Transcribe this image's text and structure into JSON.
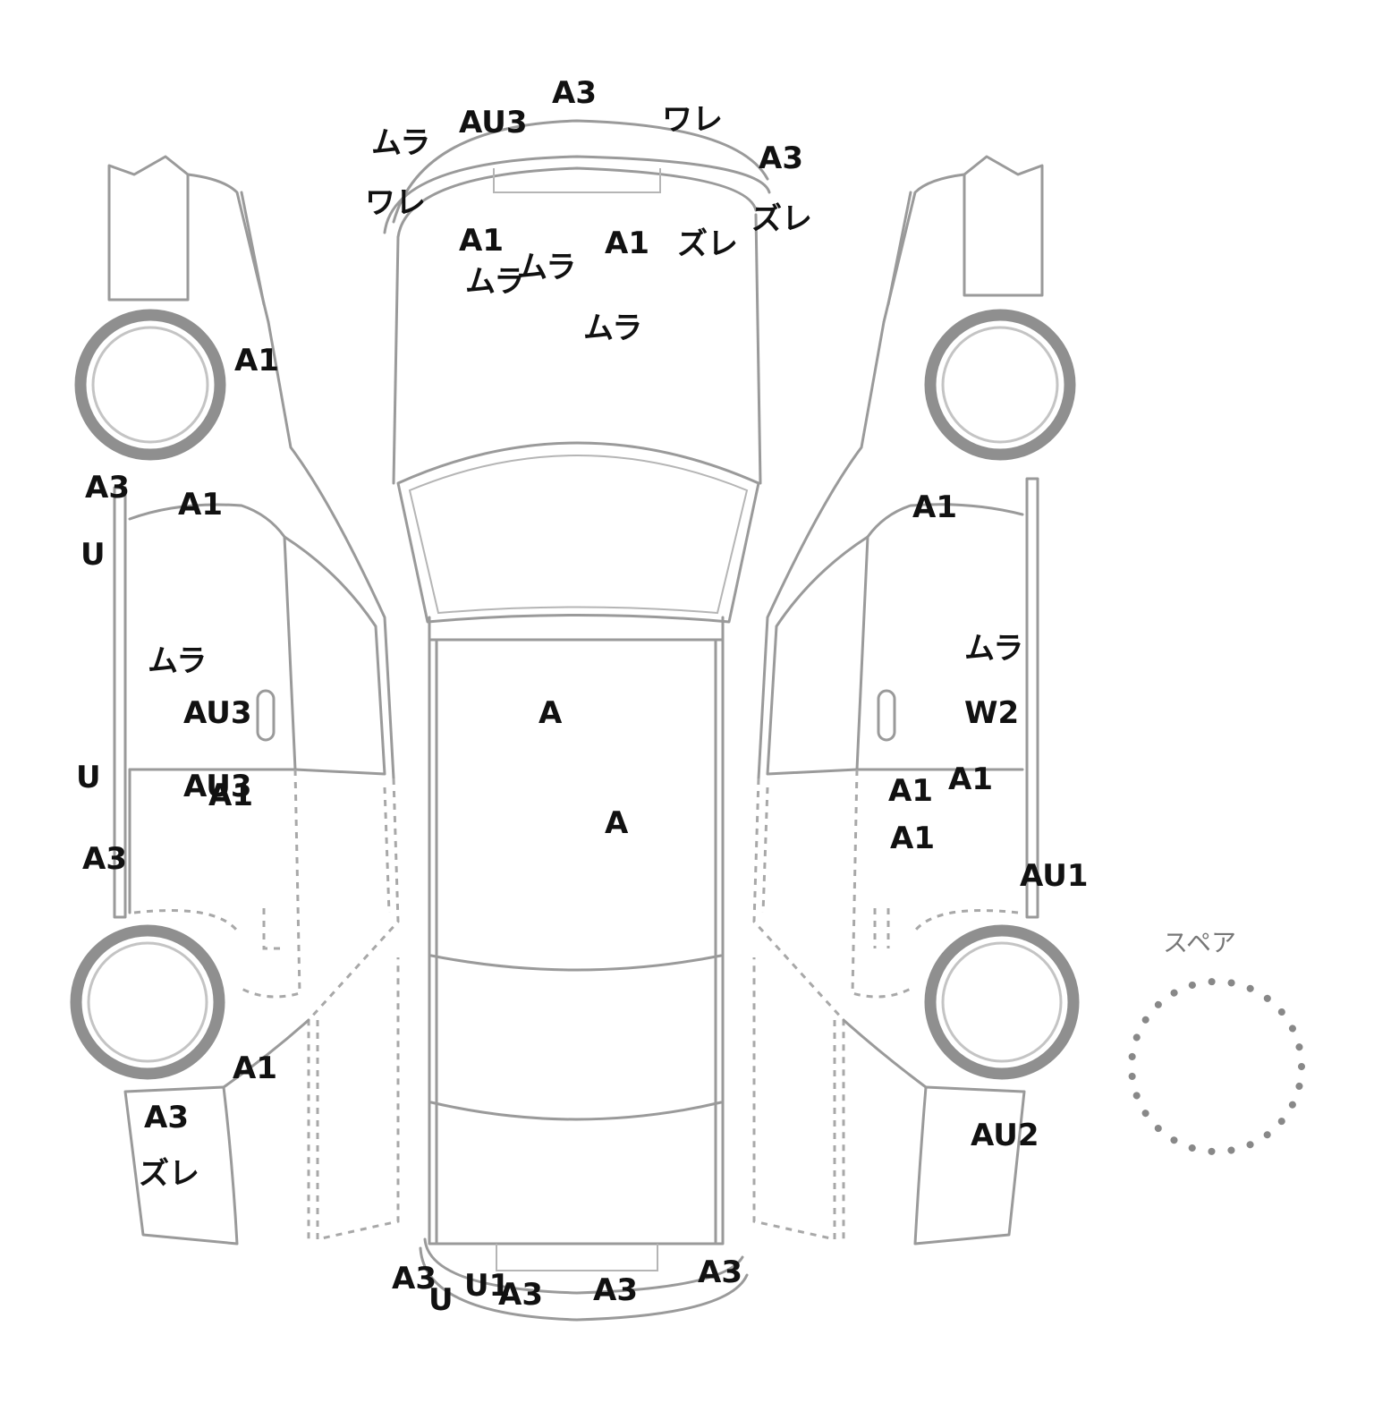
{
  "spare_label": "スペア",
  "labels": [
    {
      "id": "roof-front-a3",
      "text": "A3"
    },
    {
      "id": "roof-mura-1",
      "text": "ムラ"
    },
    {
      "id": "roof-au3",
      "text": "AU3"
    },
    {
      "id": "roof-wale-1",
      "text": "ワレ"
    },
    {
      "id": "roof-a3-right",
      "text": "A3"
    },
    {
      "id": "roof-wale-2",
      "text": "ワレ"
    },
    {
      "id": "roof-zure-1",
      "text": "ズレ"
    },
    {
      "id": "hood-a1-left",
      "text": "A1"
    },
    {
      "id": "hood-mura-2",
      "text": "ムラ"
    },
    {
      "id": "hood-mura-3",
      "text": "ムラ"
    },
    {
      "id": "hood-a1-right",
      "text": "A1"
    },
    {
      "id": "hood-zure-2",
      "text": "ズレ"
    },
    {
      "id": "hood-mura-4",
      "text": "ムラ"
    },
    {
      "id": "left-front-fender-a1",
      "text": "A1"
    },
    {
      "id": "left-pillar-a3",
      "text": "A3"
    },
    {
      "id": "left-front-door-a1",
      "text": "A1"
    },
    {
      "id": "left-sill-u-1",
      "text": "U"
    },
    {
      "id": "left-front-door-mura",
      "text": "ムラ"
    },
    {
      "id": "left-front-door-au3",
      "text": "AU3"
    },
    {
      "id": "left-sill-u-2",
      "text": "U"
    },
    {
      "id": "left-rear-door-au3",
      "text": "AU3"
    },
    {
      "id": "left-rear-door-a1",
      "text": "A1"
    },
    {
      "id": "left-sill-a3",
      "text": "A3"
    },
    {
      "id": "left-rear-fender-a1",
      "text": "A1"
    },
    {
      "id": "left-rear-bumper-a3",
      "text": "A3"
    },
    {
      "id": "left-rear-bumper-zure",
      "text": "ズレ"
    },
    {
      "id": "roof-a-1",
      "text": "A"
    },
    {
      "id": "roof-a-2",
      "text": "A"
    },
    {
      "id": "right-front-door-a1",
      "text": "A1"
    },
    {
      "id": "right-front-door-mura",
      "text": "ムラ"
    },
    {
      "id": "right-front-door-w2",
      "text": "W2"
    },
    {
      "id": "right-door-a1-1",
      "text": "A1"
    },
    {
      "id": "right-door-a1-2",
      "text": "A1"
    },
    {
      "id": "right-door-a1-3",
      "text": "A1"
    },
    {
      "id": "right-sill-au1",
      "text": "AU1"
    },
    {
      "id": "right-rear-au2",
      "text": "AU2"
    },
    {
      "id": "rear-bumper-a3-1",
      "text": "A3"
    },
    {
      "id": "rear-bumper-u",
      "text": "U"
    },
    {
      "id": "rear-bumper-u1",
      "text": "U1"
    },
    {
      "id": "rear-bumper-a3-2",
      "text": "A3"
    },
    {
      "id": "rear-bumper-a3-3",
      "text": "A3"
    },
    {
      "id": "rear-bumper-a3-4",
      "text": "A3"
    }
  ]
}
